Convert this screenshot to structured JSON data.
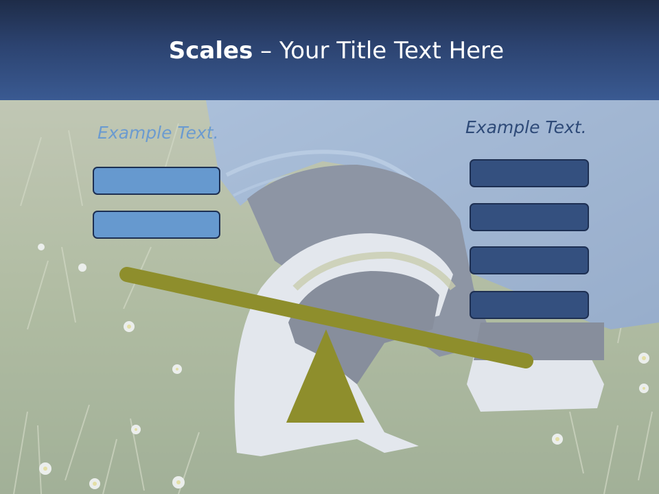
{
  "title": {
    "bold_part": "Scales",
    "rest_part": " – Your Title Text Here"
  },
  "left_panel": {
    "label": "Example Text.",
    "boxes": 2,
    "color": "#6699cf"
  },
  "right_panel": {
    "label": "Example Text.",
    "boxes": 4,
    "color": "#34507f"
  },
  "colors": {
    "header_dark": "#1e2c48",
    "header_light": "#3a5a92",
    "seesaw": "#8e8e2c",
    "box_border": "#1d2f52"
  }
}
